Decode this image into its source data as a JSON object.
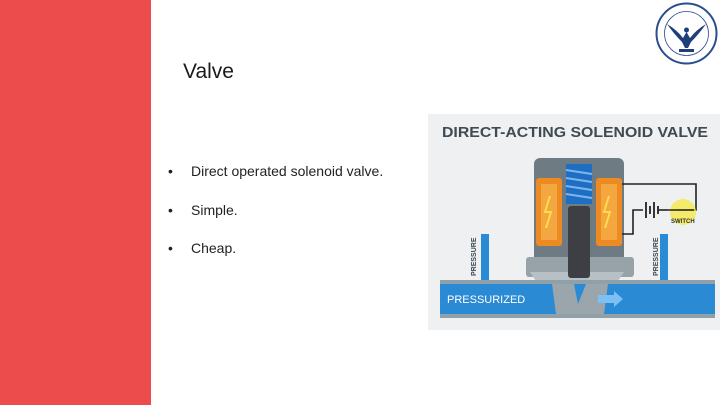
{
  "slide": {
    "title": "Valve",
    "bullets": [
      {
        "marker": "•",
        "text": "Direct operated solenoid valve."
      },
      {
        "marker": "•",
        "text": "Simple."
      },
      {
        "marker": "•",
        "text": "Cheap."
      }
    ],
    "accent_color": "#ec4c4c"
  },
  "figure": {
    "heading": "Direct-Acting Solenoid Valve",
    "pressure_left": "Pressure",
    "pressure_right": "Pressure",
    "flow_label": "PRESSURIZED",
    "switch_label": "Switch",
    "pipe_color": "#2b8ad4",
    "coil_color": "#ee8a22"
  },
  "logo": {
    "icon": "university-eagle-seal-icon"
  }
}
